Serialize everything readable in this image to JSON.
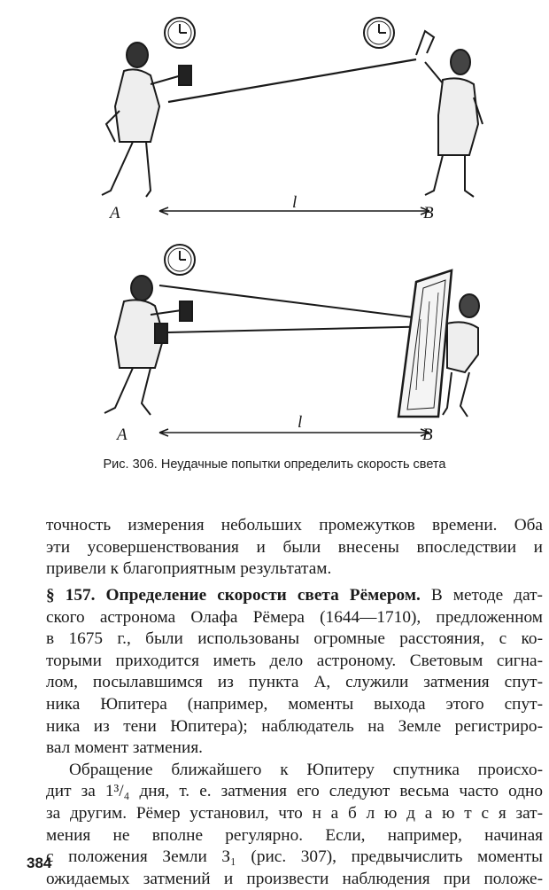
{
  "figure": {
    "top_labels": {
      "a": "A",
      "b": "B",
      "distance": "l"
    },
    "bottom_labels": {
      "a": "A",
      "b": "B",
      "distance": "l"
    },
    "caption": "Рис. 306. Неудачные попытки определить скорость света"
  },
  "paragraph1": [
    "точность измерения небольших промежутков времени. Оба",
    "эти усовершенствования и были внесены впоследствии и",
    "привели к благоприятным результатам."
  ],
  "section": {
    "heading": "§ 157. Определение скорости света Рёмером.",
    "first_line_rest": "В методе дат-",
    "lines": [
      "ского астронома Олафа Рёмера (1644—1710), предложенном",
      "в 1675 г., были использованы огромные расстояния, с ко-",
      "торыми приходится иметь дело астроному. Световым сигна-",
      "лом, посылавшимся из пункта A, служили затмения спут-",
      "ника Юпитера (например, моменты выхода этого спут-",
      "ника из тени Юпитера); наблюдатель на Земле регистриро-",
      "вал момент затмения."
    ]
  },
  "paragraph3": [
    "Обращение ближайшего к Юпитеру спутника происхо-",
    "дит за 1³/₄ дня, т. е. затмения его следуют весьма часто одно",
    "за другим. Рёмер установил, что н а б л ю д а ю т с я зат-",
    "мения не вполне регулярно. Если, например, начиная",
    "с положения Земли З₁ (рис. 307), предвычислить моменты",
    "ожидаемых затмений и произвести наблюдения при положе-"
  ],
  "page_number": "384"
}
